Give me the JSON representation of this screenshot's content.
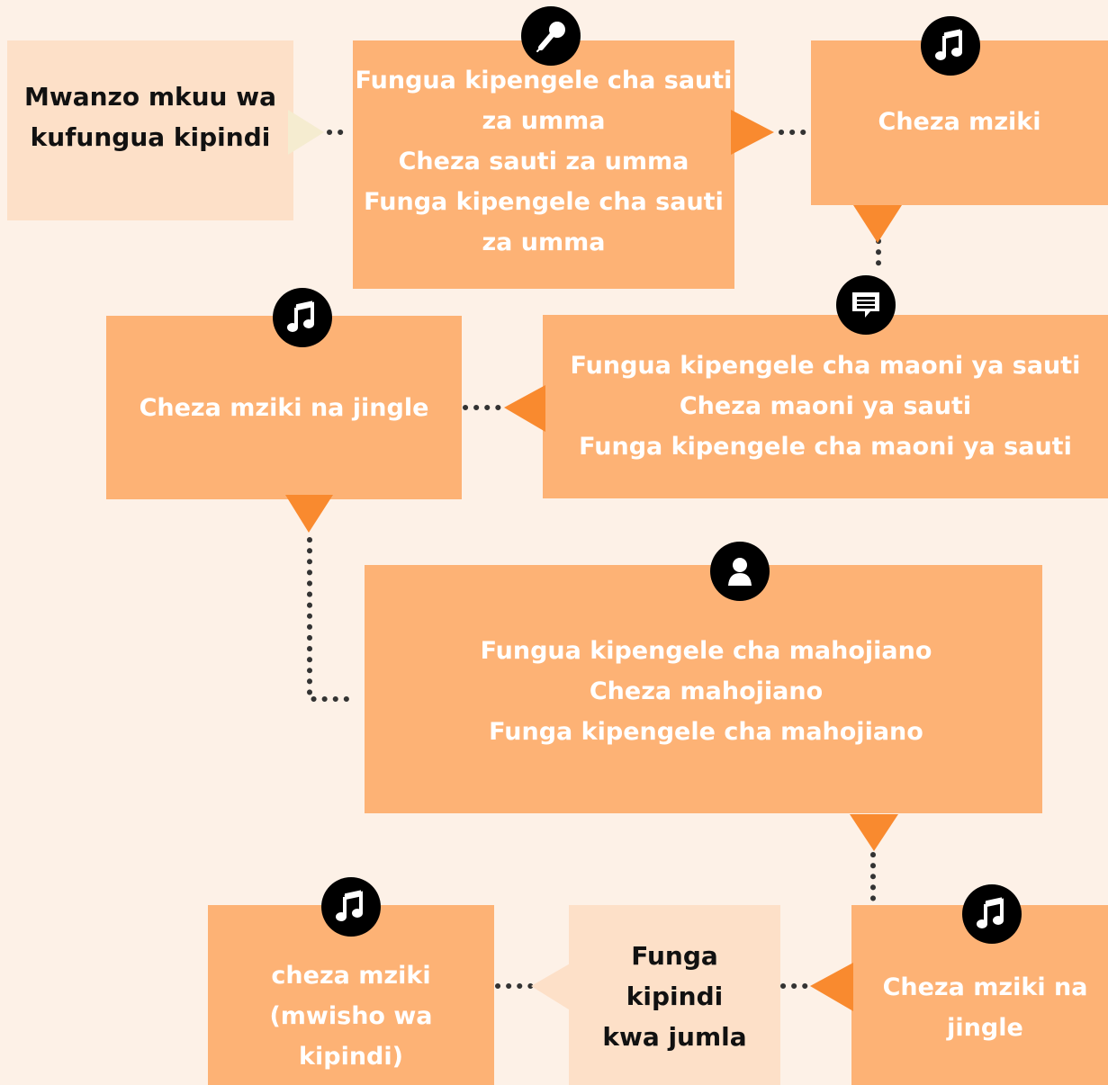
{
  "colors": {
    "background": "#fdf1e7",
    "box_fill": "#fdb275",
    "start_end_fill": "#fde0c8",
    "arrow": "#f98a2f",
    "start_arrow": "#f5ecd0",
    "icon_bg": "#000000",
    "connector": "#333333"
  },
  "nodes": {
    "start": {
      "lines": [
        "Mwanzo mkuu wa",
        "kufungua kipindi"
      ]
    },
    "vox_pop": {
      "icon": "microphone-icon",
      "lines": [
        "Fungua kipengele cha sauti",
        "za umma",
        "Cheza sauti za umma",
        "Funga kipengele cha sauti",
        "za umma"
      ]
    },
    "music1": {
      "icon": "music-note-icon",
      "lines": [
        "Cheza mziki"
      ]
    },
    "comments": {
      "icon": "comment-icon",
      "lines": [
        "Fungua kipengele cha maoni ya sauti",
        "Cheza maoni ya sauti",
        "Funga kipengele cha maoni ya sauti"
      ]
    },
    "music_jingle1": {
      "icon": "music-note-icon",
      "lines": [
        "Cheza mziki na jingle"
      ]
    },
    "interview": {
      "icon": "person-icon",
      "lines": [
        "Fungua kipengele cha mahojiano",
        "Cheza mahojiano",
        "Funga kipengele cha mahojiano"
      ]
    },
    "music_jingle2": {
      "icon": "music-note-icon",
      "lines": [
        "Cheza mziki na",
        "jingle"
      ]
    },
    "close": {
      "lines": [
        "Funga",
        "kipindi",
        "kwa jumla"
      ]
    },
    "music_end": {
      "icon": "music-note-icon",
      "lines": [
        "cheza mziki",
        "(mwisho wa",
        "kipindi)"
      ]
    }
  }
}
